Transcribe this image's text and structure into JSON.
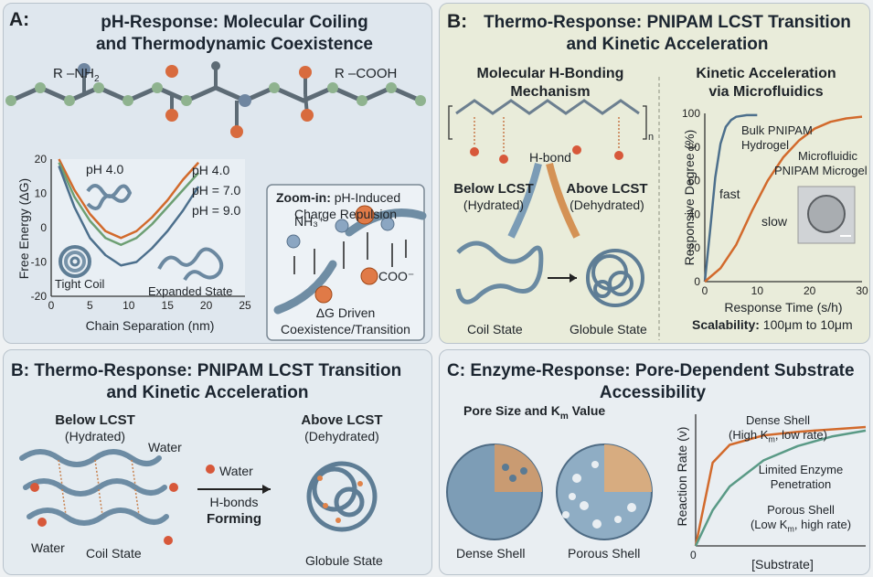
{
  "panelA": {
    "title_l1": "pH-Response: Molecular Coiling",
    "title_l2": "and Thermodynamic Coexistence",
    "label": "A:",
    "amine": "R –NH",
    "amine_sub": "2",
    "acid": "R –COOH",
    "chart_ylabel": "Free Energy (ΔG)",
    "chart_xlabel": "Chain Separation (nm)",
    "curve_ph40": "pH 4.0",
    "curve_ph70": "pH = 7.0",
    "curve_ph90": "pH = 9.0",
    "ph40_inside": "pH 4.0",
    "tight_coil": "Tight Coil",
    "expanded": "Expanded State",
    "zoom_bold": "Zoom-in:",
    "zoom_rest": " pH-Induced",
    "zoom_l2": "Charge Repulsion",
    "nh3": "NH₃⁺",
    "coo": "COO⁻",
    "dg_l1": "ΔG Driven",
    "dg_l2": "Coexistence/Transition"
  },
  "panelB1": {
    "label": "B:",
    "title_l1": "Thermo-Response: PNIPAM LCST Transition",
    "title_l2": "and Kinetic Acceleration",
    "mech_l1": "Molecular H-Bonding",
    "mech_l2": "Mechanism",
    "hbond": "H-bond",
    "n": "n",
    "below": "Below LCST",
    "below2": "(Hydrated)",
    "above": "Above LCST",
    "above2": "(Dehydrated)",
    "coil": "Coil State",
    "globule": "Globule State",
    "kin_l1": "Kinetic Acceleration",
    "kin_l2": "via Microfluidics",
    "ylabel": "Responsive Degree (%)",
    "xlabel": "Response Time (s/h)",
    "bulk_l1": "Bulk PNIPAM",
    "bulk_l2": "Hydrogel",
    "micro_l1": "Microfluidic",
    "micro_l2": "PNIPAM Microgel",
    "fast": "fast",
    "slow": "slow",
    "scal_b": "Scalability:",
    "scal_r": " 100μm to 10μm"
  },
  "panelB2": {
    "title_l1": "B: Thermo-Response: PNIPAM LCST Transition",
    "title_l2": "and Kinetic Acceleration",
    "below": "Below LCST",
    "below2": "(Hydrated)",
    "above": "Above LCST",
    "above2": "(Dehydrated)",
    "water": "Water",
    "water2": "Water",
    "water_arrow": "Water",
    "hb": "H-bonds",
    "forming": "Forming",
    "coil": "Coil State",
    "globule": "Globule State"
  },
  "panelC": {
    "title_l1": "C: Enzyme-Response: Pore-Dependent Substrate",
    "title_l2": "Accessibility",
    "pore_title": "Pore Size and K",
    "pore_sub": "m",
    "pore_tail": " Value",
    "dense": "Dense Shell",
    "porous": "Porous Shell",
    "ylabel": "Reaction Rate (ν)",
    "xlabel": "[Substrate]",
    "zero": "0",
    "dense_l1": "Dense Shell",
    "dense_l2": "(High K",
    "dense_l2b": "m",
    "dense_l2c": ", low rate)",
    "limited_l1": "Limited Enzyme",
    "limited_l2": "Penetration",
    "porous_l1": "Porous Shell",
    "porous_l2": "(Low K",
    "porous_l2b": "m",
    "porous_l2c": ", high rate)"
  },
  "colors": {
    "orange": "#d26a2c",
    "green": "#6d9f73",
    "blue": "#4c6f8c",
    "teal": "#5a9a86",
    "panelA": "#dfe7ee",
    "panelB1": "#e9ecda",
    "panelB2": "#e4ebf0",
    "panelC": "#e9eef2"
  },
  "chart_data": [
    {
      "type": "line",
      "xlabel": "Chain Separation (nm)",
      "ylabel": "Free Energy (ΔG)",
      "xlim": [
        0,
        25
      ],
      "ylim": [
        -20,
        20
      ],
      "xticks": [
        0,
        5,
        10,
        15,
        20,
        25
      ],
      "yticks": [
        20,
        10,
        0,
        -10,
        -20
      ],
      "series": [
        {
          "name": "pH 4.0",
          "x": [
            1,
            3,
            5,
            7,
            9,
            11,
            13,
            15,
            17,
            19
          ],
          "y": [
            20,
            11,
            4,
            -1,
            -3,
            -1,
            3,
            8,
            14,
            19
          ]
        },
        {
          "name": "pH = 7.0",
          "x": [
            1,
            3,
            5,
            7,
            9,
            11,
            13,
            15,
            17,
            19
          ],
          "y": [
            19,
            9,
            2,
            -3,
            -5,
            -3,
            1,
            6,
            11,
            16
          ]
        },
        {
          "name": "pH = 9.0",
          "x": [
            1,
            3,
            5,
            7,
            9,
            11,
            13,
            15,
            17,
            19
          ],
          "y": [
            18,
            6,
            -3,
            -8,
            -11,
            -10,
            -6,
            -1,
            5,
            12
          ]
        }
      ]
    },
    {
      "type": "line",
      "xlabel": "Response Time (s/h)",
      "ylabel": "Responsive Degree (%)",
      "xlim": [
        0,
        30
      ],
      "ylim": [
        0,
        100
      ],
      "xticks": [
        0,
        10,
        20,
        30
      ],
      "yticks": [
        0,
        20,
        40,
        60,
        80,
        100
      ],
      "series": [
        {
          "name": "Bulk PNIPAM Hydrogel",
          "x": [
            0,
            1,
            2,
            3,
            4,
            5,
            6,
            8,
            10
          ],
          "y": [
            0,
            30,
            62,
            82,
            92,
            96,
            98,
            99,
            99
          ]
        },
        {
          "name": "Microfluidic PNIPAM Microgel",
          "x": [
            0,
            3,
            6,
            9,
            12,
            15,
            18,
            21,
            24,
            27,
            30
          ],
          "y": [
            0,
            8,
            22,
            42,
            60,
            74,
            84,
            91,
            95,
            97,
            98
          ]
        }
      ]
    },
    {
      "type": "line",
      "xlabel": "[Substrate]",
      "ylabel": "Reaction Rate (ν)",
      "series": [
        {
          "name": "Dense Shell",
          "x": [
            0,
            1,
            2,
            4,
            6,
            8,
            10
          ],
          "y": [
            0,
            0.7,
            0.85,
            0.93,
            0.96,
            0.98,
            1.0
          ]
        },
        {
          "name": "Porous Shell",
          "x": [
            0,
            1,
            2,
            4,
            6,
            8,
            10
          ],
          "y": [
            0,
            0.3,
            0.5,
            0.72,
            0.84,
            0.92,
            0.97
          ]
        }
      ]
    }
  ]
}
